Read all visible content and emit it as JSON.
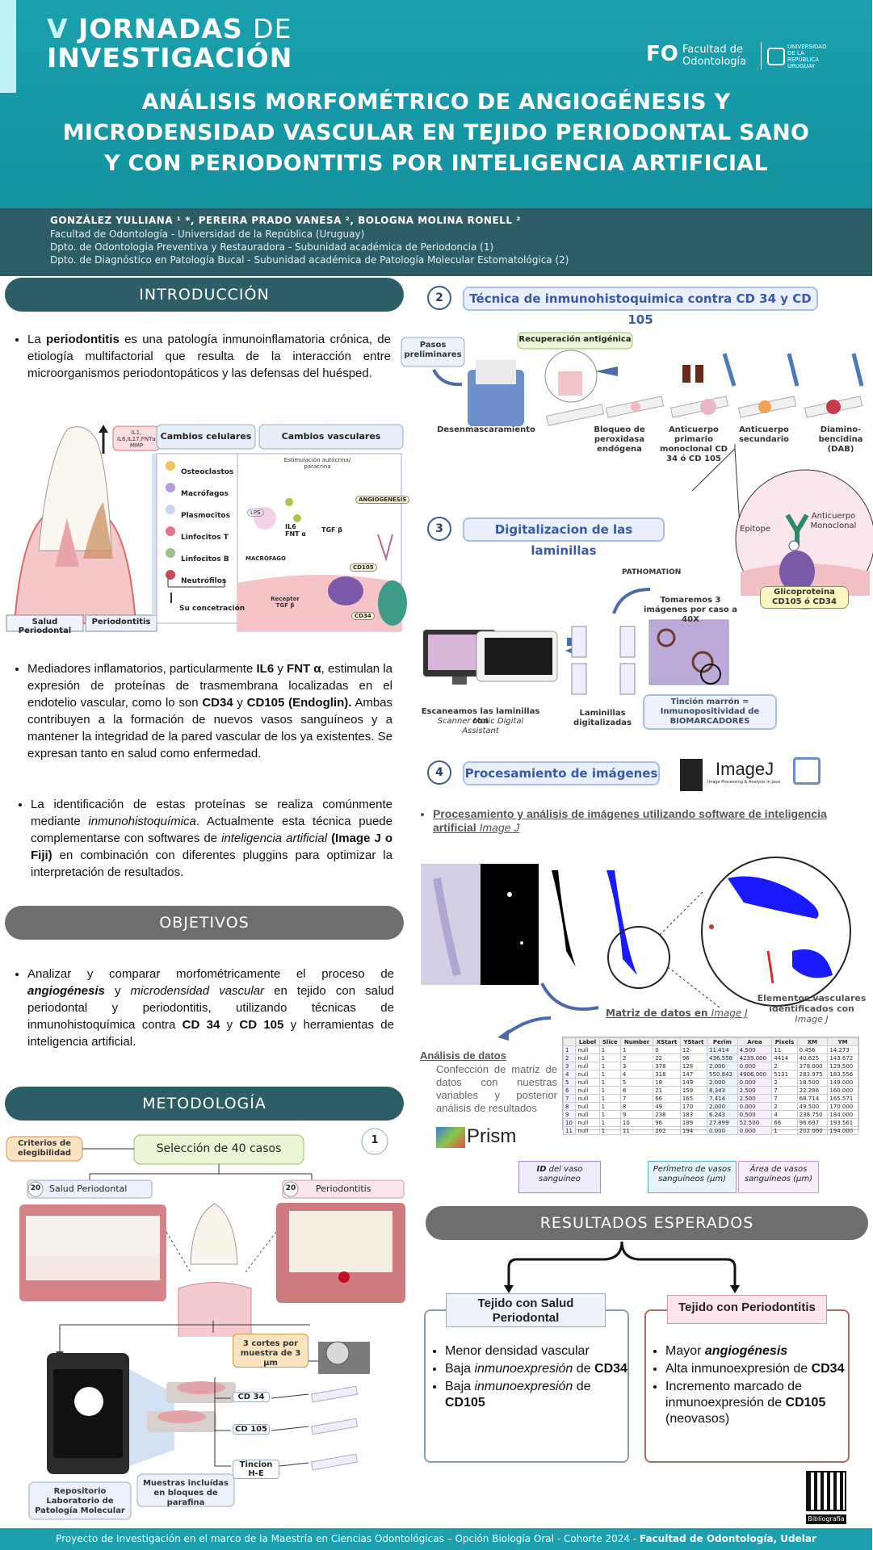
{
  "header": {
    "event_v": "V",
    "event_line1": "JORNADAS",
    "event_de": "DE",
    "event_line2": "INVESTIGACIÓN",
    "logo_fo": "FO",
    "faculty_logo": "Facultad de Odontología",
    "university_logo": "UNIVERSIDAD DE LA REPÚBLICA URUGUAY",
    "title_l1": "ANÁLISIS MORFOMÉTRICO DE ANGIOGÉNESIS Y",
    "title_l2": "MICRODENSIDAD VASCULAR  EN TEJIDO PERIODONTAL SANO",
    "title_l3": "Y CON PERIODONTITIS POR INTELIGENCIA ARTIFICIAL"
  },
  "authors": {
    "names": "GONZÁLEZ YULLIANA ¹ *, PEREIRA PRADO VANESA ², BOLOGNA MOLINA RONELL ²",
    "aff0": "Facultad de Odontología - Universidad de la República (Uruguay)",
    "aff1": "Dpto. de Odontologia Preventiva y Restauradora - Subunidad académica de Periodoncia (1)",
    "aff2": "Dpto. de Diagnóstico en Patología Bucal - Subunidad académica de Patología Molecular Estomatológica (2)"
  },
  "intro": {
    "heading": "INTRODUCCIÓN",
    "p1_a": "La ",
    "p1_b": "periodontitis",
    "p1_c": " es una patología inmunoinflamatoria crónica, de etiología multifactorial que resulta de la interacción entre microorganismos periodontopáticos y las defensas del huésped.",
    "fig": {
      "cell_changes": "Cambios celulares",
      "vascular_changes": "Cambios vasculares",
      "cells": [
        "Osteoclastos",
        "Macrófagos",
        "Plasmocitos",
        "Linfocitos T",
        "Linfocitos B",
        "Neutrófilos"
      ],
      "concentration": "Su concetración",
      "il": "IL1, IL6,IL17,FNTα MMP",
      "stim": "Estimulación autócrina/ paracrina",
      "lps": "LPS",
      "il6": "IL6 FNT α",
      "tgf": "TGF β",
      "macrofago": "MACRÓFAGO",
      "receptor": "Receptor TGF β",
      "cd105": "CD105",
      "cd34": "CD34",
      "angio": "ANGIOGENESIS",
      "healthy": "Salud Periodontal",
      "perio": "Periodontitis"
    },
    "p2_a": "Mediadores inflamatorios, particularmente ",
    "p2_b": "IL6",
    "p2_c": " y ",
    "p2_d": "FNT α",
    "p2_e": ", estimulan la expresión de proteínas de trasmembrana localizadas en el endotelio vascular, como lo son ",
    "p2_f": "CD34",
    "p2_g": " y ",
    "p2_h": "CD105 (Endoglin).",
    "p2_i": " Ambas contribuyen a la formación de nuevos vasos sanguíneos  y a mantener la integridad de la pared vascular de los ya existentes. Se expresan tanto en salud como enfermedad.",
    "p3_a": "La identificación de estas proteínas se realiza comúnmente mediante ",
    "p3_b": "inmunohistoquímica",
    "p3_c": ". Actualmente esta técnica puede complementarse con softwares de ",
    "p3_d": "inteligencia artificial",
    "p3_e": " (Image J o Fiji)",
    "p3_f": " en combinación con diferentes pluggins para optimizar la interpretación de resultados."
  },
  "objectives": {
    "heading": "OBJETIVOS",
    "a": " Analizar y comparar morfométricamente el proceso de ",
    "b": "angiogénesis",
    "c": " y  ",
    "d": "microdensidad vascular",
    "e": " en tejido con salud periodontal y periodontitis, utilizando técnicas de inmunohistoquímica contra  ",
    "f": "CD 34",
    "g": " y ",
    "h": "CD 105",
    "i": " y herramientas de inteligencia artificial."
  },
  "method": {
    "heading": "METODOLOGÍA",
    "criteria": "Criterios de elegibilidad",
    "selection": "Selección de 40 casos",
    "step1": "1",
    "n_healthy": "20",
    "healthy": "Salud Periodontal",
    "n_perio": "20",
    "perio": "Periodontitis",
    "cuts": "3 cortes por muestra de 3 µm",
    "cd34": "CD 34",
    "cd105": "CD 105",
    "he": "Tincion H-E",
    "blocks": "Muestras incluídas en bloques de parafina",
    "repo": "Repositorio Laboratorio de Patología Molecular"
  },
  "technique": {
    "num": "2",
    "title": "Técnica de inmunohistoquimica contra CD 34 y CD 105",
    "pre": "Pasos preliminares",
    "retrieval": "Recuperación antigénica",
    "unmask": "Desenmascaramiento",
    "block": "Bloqueo de peroxidasa endógena",
    "primary": "Anticuerpo primario monoclonal CD 34 ó CD 105",
    "secondary": "Anticuerpo secundario",
    "dab": "Diamino- bencidina (DAB)",
    "antibody": "Anticuerpo Monoclonal",
    "epitope": "Epitope",
    "glyco": "Glicoproteina CD105 ó CD34"
  },
  "digit": {
    "num": "3",
    "title": "Digitalizacion de las laminillas",
    "brand": "PATHOMATION",
    "take": "Tomaremos 3 imágenes por caso a 40X",
    "scan_a": "Escaneamos las laminillas con",
    "scan_b": "Scanner Motic Digital Assistant",
    "slides": "Laminillas digitalizadas",
    "stain": "Tinción marrón = Inmunopositividad de BIOMARCADORES"
  },
  "proc": {
    "num": "4",
    "title": "Procesamiento de imágenes",
    "imagej": "ImageJ",
    "imagej_sub": "Image Processing & Analysis in Java",
    "bullet_a": "Procesamiento y análisis de imágenes utilizando software de inteligencia artificial ",
    "bullet_b": "Image J",
    "elements_a": "Elementos vasculares identificados con ",
    "elements_b": "Image J",
    "matrix_a": "Matriz de datos en ",
    "matrix_b": "Image J",
    "analysis": "Análisis de datos",
    "analysis_desc": "Confección de matriz de datos con nuestras variables y posterior análisis de resultados",
    "prism": "Prism",
    "id_a": "ID",
    "id_b": " del vaso sanguíneo",
    "perim": "Perímetro de vasos sanguíneos (µm)",
    "area": "Área de vasos sanguíneos (µm)",
    "table_headers": [
      "",
      "Label",
      "Slice",
      "Number",
      "XStart",
      "YStart",
      "Perim",
      "Area",
      "Pixels",
      "XM",
      "YM"
    ],
    "table_rows": [
      [
        "1",
        "null",
        "1",
        "1",
        "0",
        "12",
        "11.414",
        "4.500",
        "11",
        "0.456",
        "14.273"
      ],
      [
        "2",
        "null",
        "1",
        "2",
        "22",
        "96",
        "436.558",
        "4239.000",
        "4414",
        "40.625",
        "143.672"
      ],
      [
        "3",
        "null",
        "1",
        "3",
        "378",
        "129",
        "2.000",
        "0.000",
        "2",
        "378.000",
        "129.500"
      ],
      [
        "4",
        "null",
        "1",
        "4",
        "318",
        "147",
        "550.843",
        "4906.000",
        "5131",
        "283.975",
        "183.556"
      ],
      [
        "5",
        "null",
        "1",
        "5",
        "18",
        "149",
        "2.000",
        "0.000",
        "2",
        "18.500",
        "149.000"
      ],
      [
        "6",
        "null",
        "1",
        "6",
        "21",
        "159",
        "8.343",
        "2.500",
        "7",
        "22.286",
        "160.000"
      ],
      [
        "7",
        "null",
        "1",
        "7",
        "66",
        "165",
        "7.414",
        "2.500",
        "7",
        "68.714",
        "165.571"
      ],
      [
        "8",
        "null",
        "1",
        "8",
        "49",
        "170",
        "2.000",
        "0.000",
        "2",
        "49.500",
        "170.000"
      ],
      [
        "9",
        "null",
        "1",
        "9",
        "238",
        "183",
        "6.243",
        "0.500",
        "4",
        "238.750",
        "184.000"
      ],
      [
        "10",
        "null",
        "1",
        "10",
        "96",
        "189",
        "27.899",
        "52.500",
        "66",
        "96.697",
        "193.561"
      ],
      [
        "11",
        "null",
        "1",
        "11",
        "202",
        "194",
        "0.000",
        "0.000",
        "1",
        "202.000",
        "194.000"
      ]
    ]
  },
  "results": {
    "heading": "RESULTADOS ESPERADOS",
    "healthy_title": "Tejido con Salud Periodontal",
    "healthy": {
      "i1": "Menor densidad vascular",
      "i2_a": "Baja ",
      "i2_b": "inmunoexpresión",
      "i2_c": " de ",
      "i2_d": "CD34",
      "i3_a": "Baja ",
      "i3_b": "inmunoexpresión",
      "i3_c": " de ",
      "i3_d": "CD105"
    },
    "perio_title": "Tejido con Periodontitis",
    "perio": {
      "i1_a": "Mayor ",
      "i1_b": "angiogénesis",
      "i2_a": "Alta inmunoexpresión de ",
      "i2_b": "CD34",
      "i3_a": "Incremento marcado de inmunoexpresión de ",
      "i3_b": "CD105",
      "i3_c": " (neovasos)"
    }
  },
  "qr": {
    "label": "Bibliografía"
  },
  "footer": {
    "text": "Proyecto de Investigación en el marco de la Maestría en Ciencias Odontológicas – Opción Biología Oral - Cohorte 2024 - ",
    "bold": "Facultad de Odontología, Udelar"
  },
  "colors": {
    "teal": "#1aa0ae",
    "dark_teal": "#2d5e67",
    "gray": "#6e6e6e",
    "blue_mask": "#1a1aff"
  }
}
